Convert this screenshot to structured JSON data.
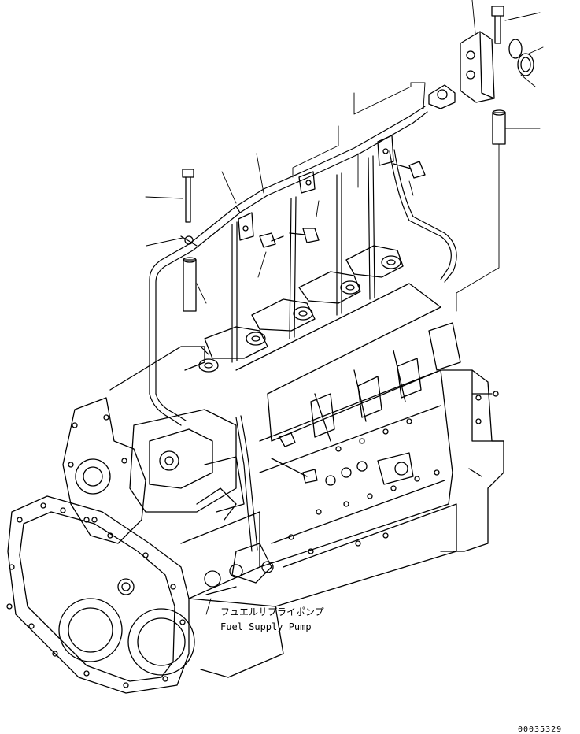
{
  "callouts": {
    "label_jp": "フュエルサプライポンプ",
    "label_en": "Fuel Supply Pump"
  },
  "drawing_number": "00035329",
  "colors": {
    "ink": "#000000",
    "paper": "#ffffff"
  }
}
